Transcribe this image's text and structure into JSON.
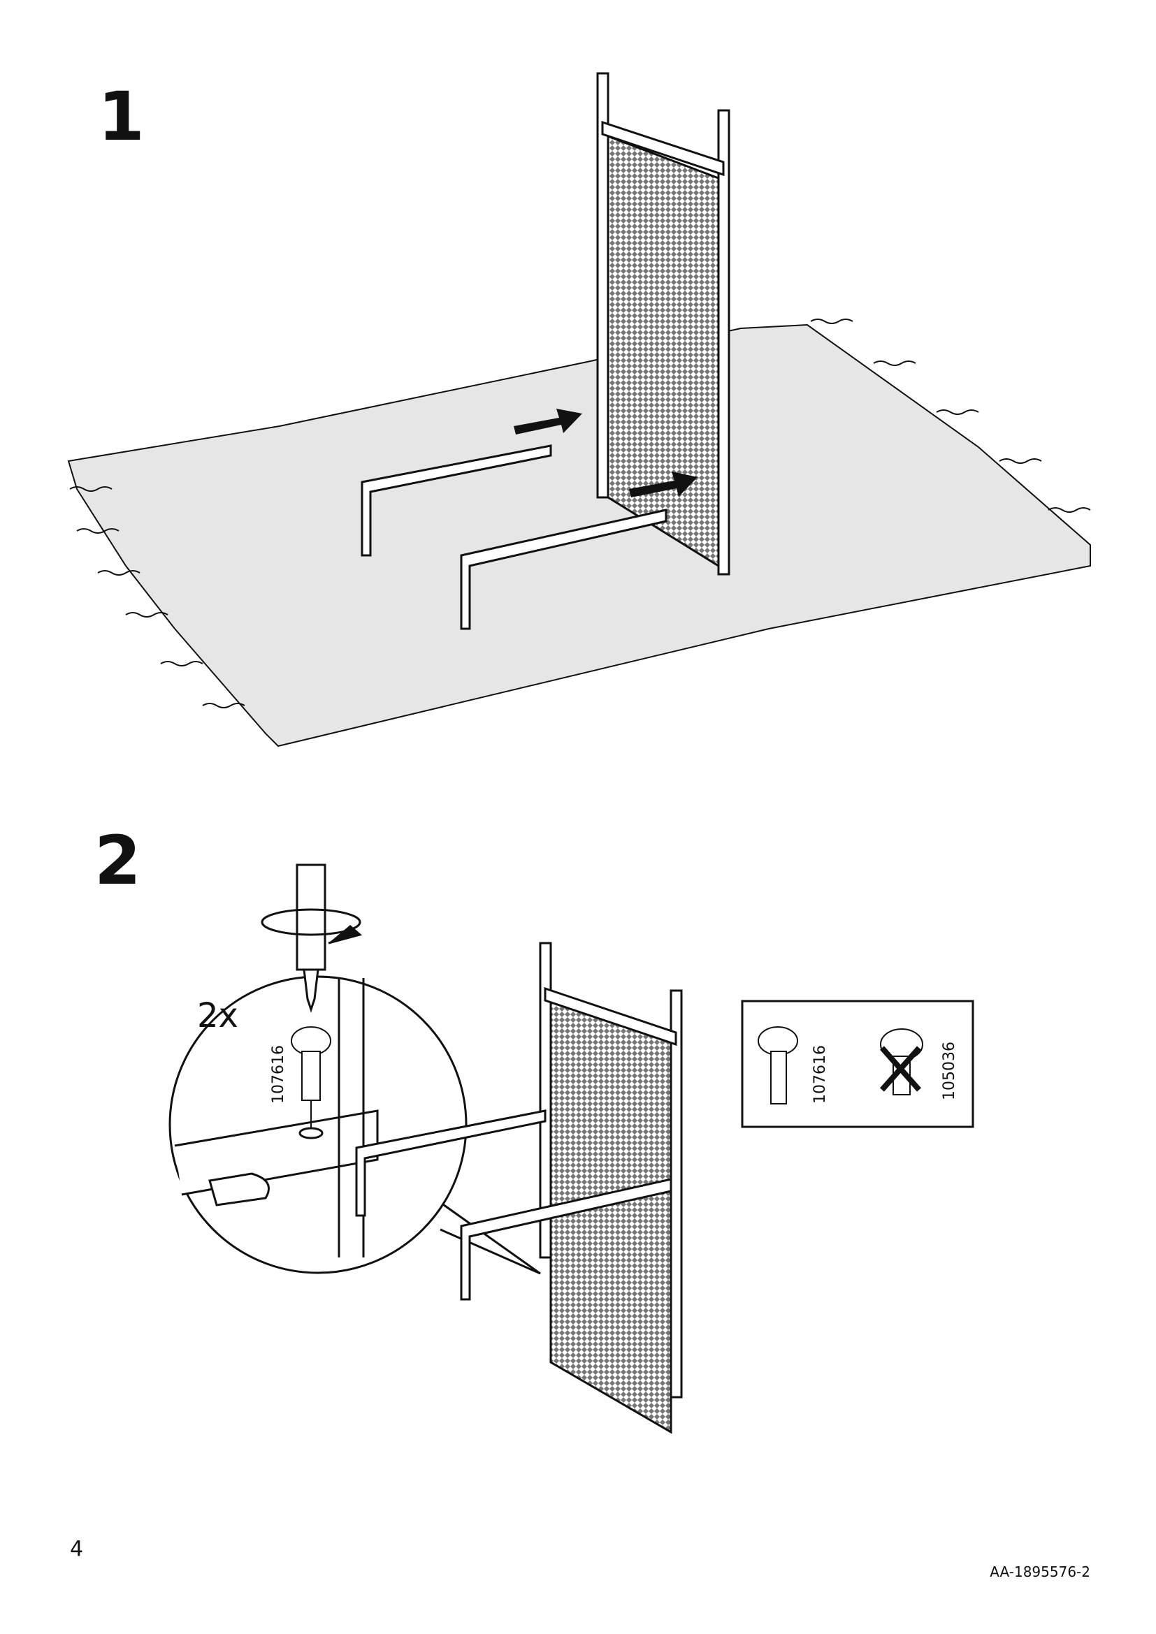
{
  "steps": [
    {
      "number": "1"
    },
    {
      "number": "2",
      "quantity": "2x",
      "screw_id": "107616"
    }
  ],
  "legend_box": {
    "correct_screw": "107616",
    "wrong_screw": "105036"
  },
  "footer": {
    "page_number": "4",
    "document_code": "AA-1895576-2"
  },
  "colors": {
    "rug": "#e6e6e6",
    "ink": "#111111",
    "mesh": "#8a8a8a"
  }
}
